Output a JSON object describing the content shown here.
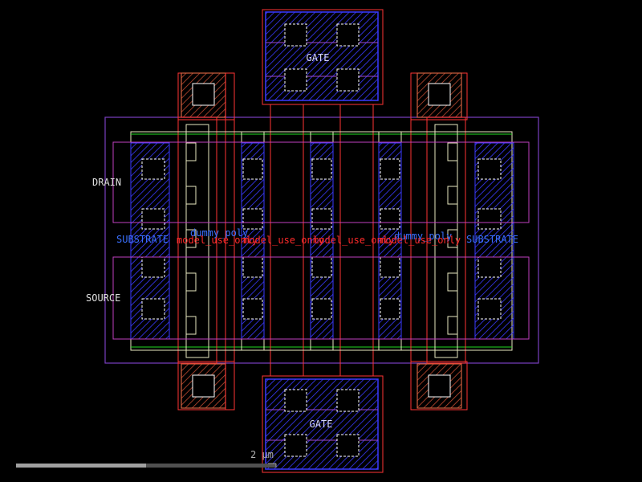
{
  "labels": {
    "gate_top": "GATE",
    "gate_bottom": "GATE",
    "drain": "DRAIN",
    "source": "SOURCE",
    "substrate_left": "SUBSTRATE",
    "substrate_right": "SUBSTRATE",
    "dummy_poly_left": "dummy_poly",
    "dummy_poly_right": "dummy_poly",
    "model_use_only": "model_use_only",
    "scale": "2 µm"
  },
  "colors": {
    "background": "#000000",
    "metal": "#3a3aff",
    "poly": "#ff3333",
    "diffusion": "#e8e8c0",
    "nwell": "#a04ad0",
    "contact": "#ffffff",
    "local_interconnect": "#c080ff",
    "implant_marker": "#22dd22",
    "pad": "#d06040",
    "text_blue": "#5a7cff",
    "text_red": "#ff2a2a",
    "text_white": "#e0e0e0"
  }
}
